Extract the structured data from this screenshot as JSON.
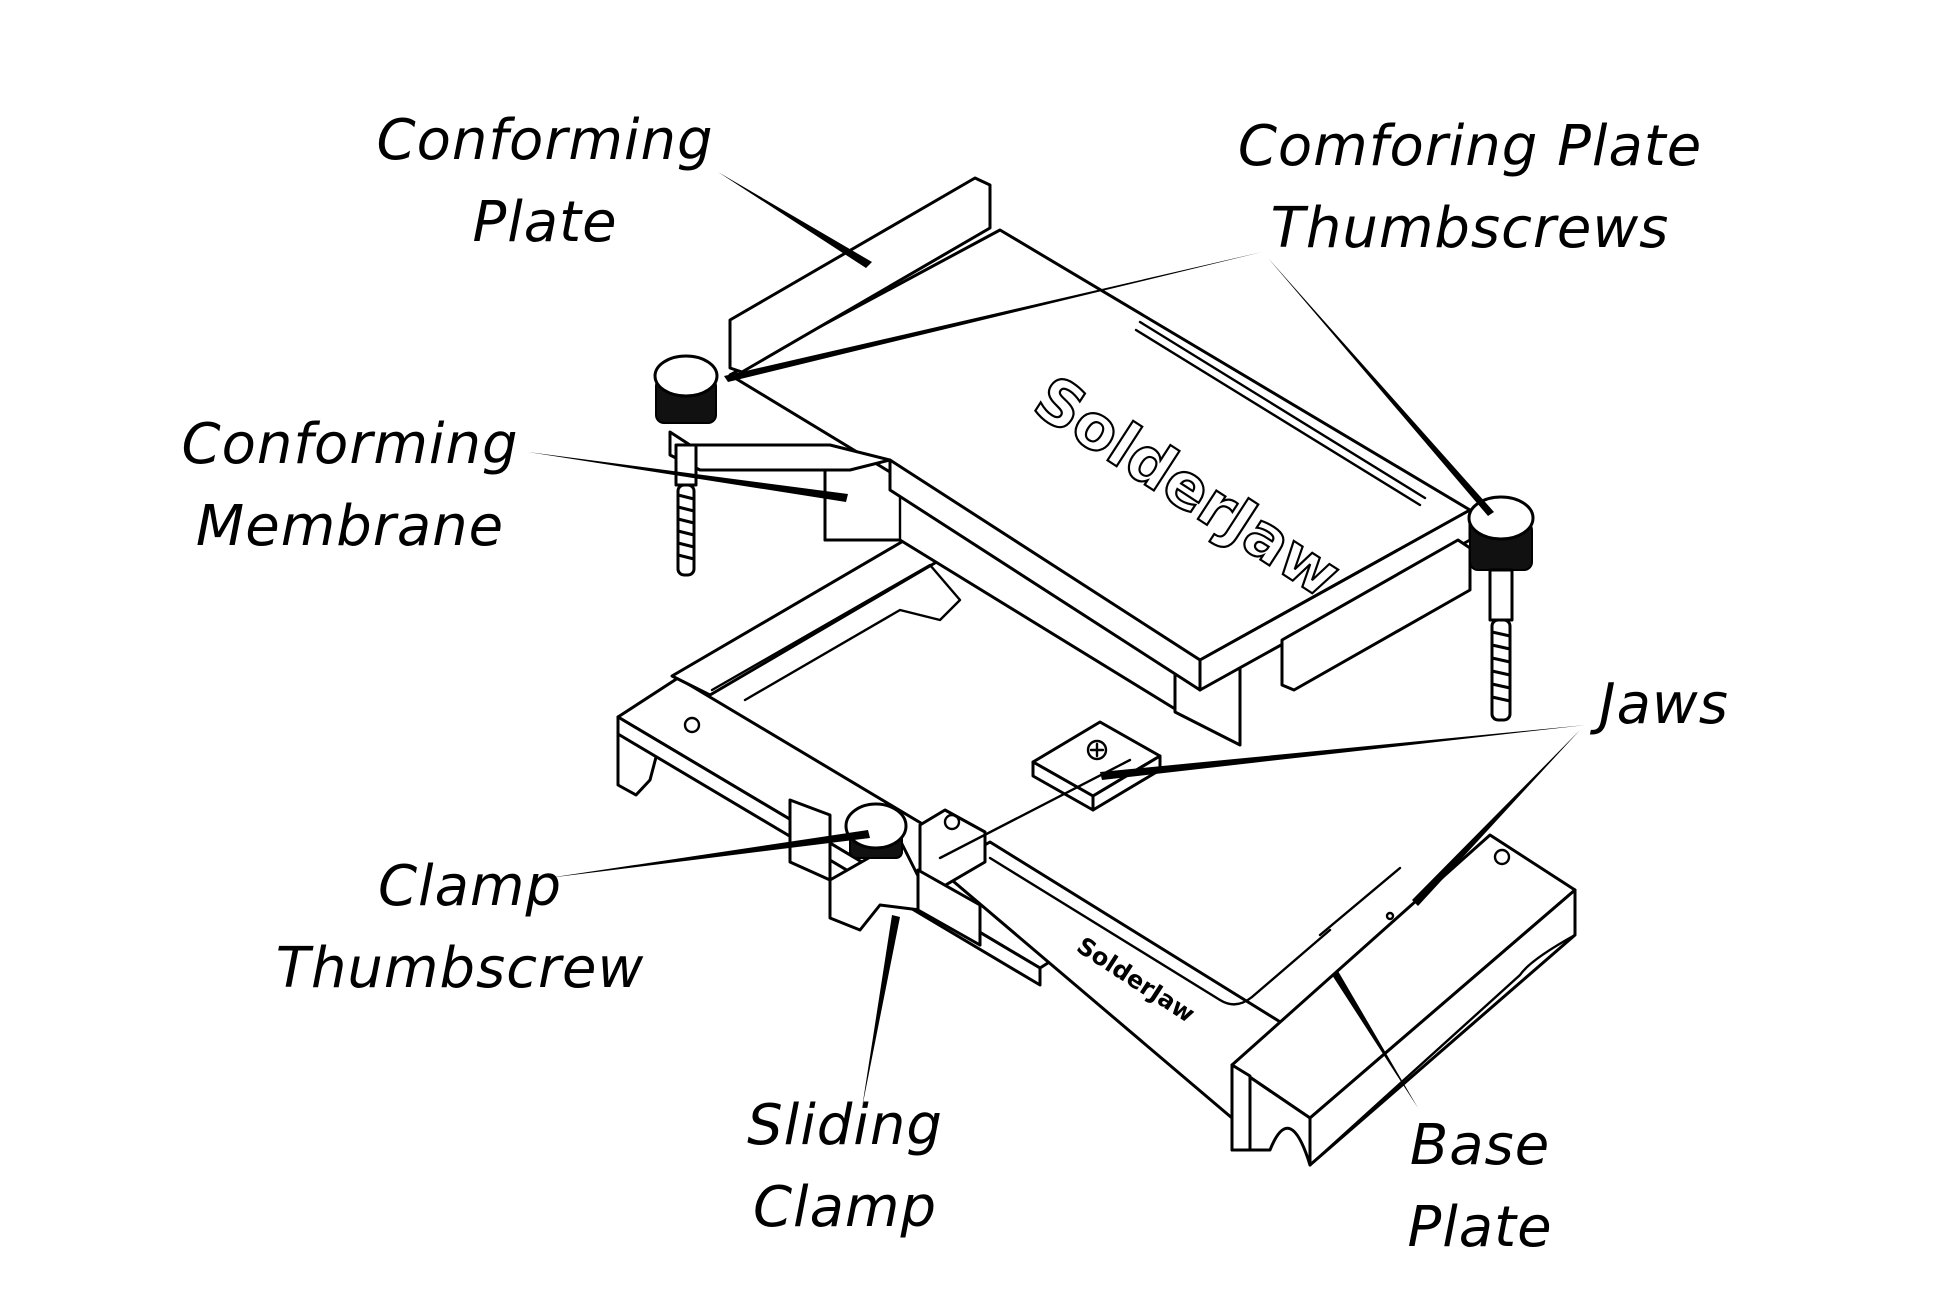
{
  "diagram": {
    "subject": "Solder fixture exploded view",
    "brand_logo_top": "SolderJaw",
    "brand_logo_base": "SolderJaw",
    "colors": {
      "line": "#000000",
      "background": "#ffffff"
    }
  },
  "labels": {
    "conforming_plate": {
      "line1": "Conforming",
      "line2": "Plate"
    },
    "conforming_plate_thumbscrews": {
      "line1": "Comforing Plate",
      "line2": "Thumbscrews"
    },
    "conforming_membrane": {
      "line1": "Conforming",
      "line2": "Membrane"
    },
    "jaws": {
      "line1": "Jaws"
    },
    "clamp_thumbscrew": {
      "line1": "Clamp",
      "line2": "Thumbscrew"
    },
    "sliding_clamp": {
      "line1": "Sliding",
      "line2": "Clamp"
    },
    "base_plate": {
      "line1": "Base",
      "line2": "Plate"
    }
  }
}
